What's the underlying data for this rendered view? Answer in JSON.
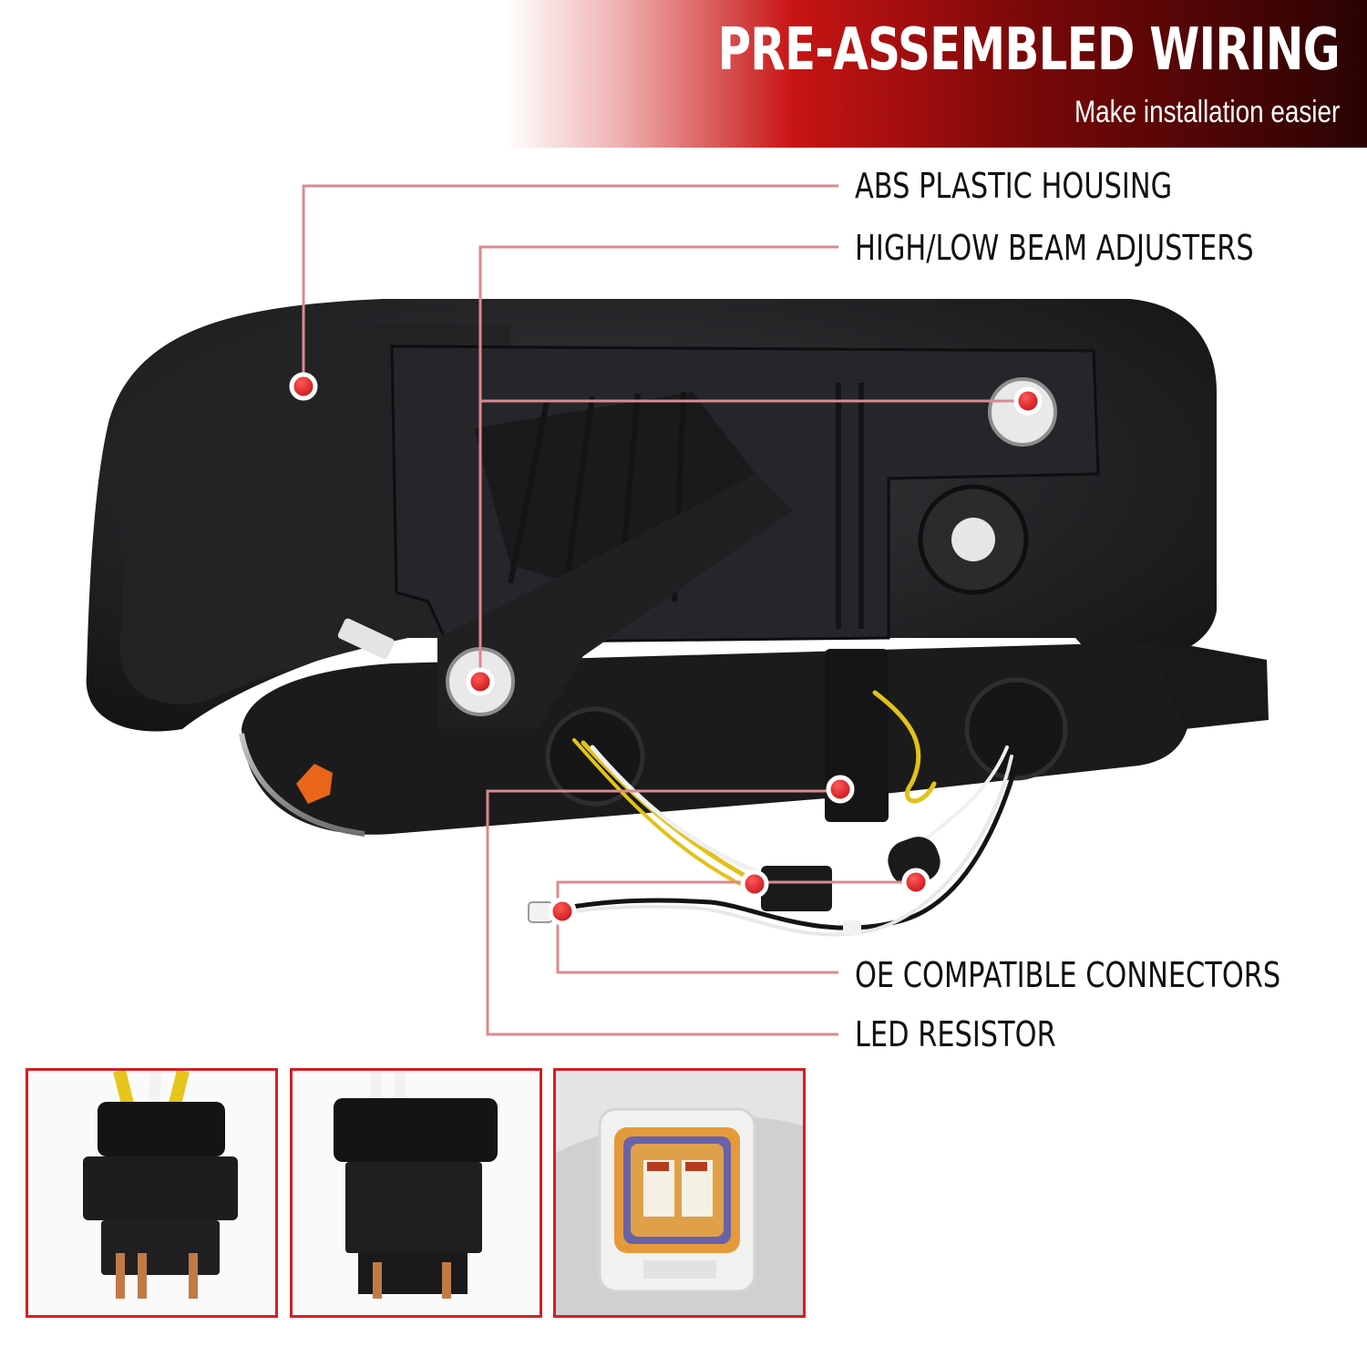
{
  "banner": {
    "title": "PRE-ASSEMBLED WIRING",
    "subtitle": "Make installation easier"
  },
  "callouts": [
    "ABS PLASTIC HOUSING",
    "HIGH/LOW BEAM ADJUSTERS",
    "OE COMPATIBLE CONNECTORS",
    "LED RESISTOR"
  ],
  "colors": {
    "accent_red": "#d21f26",
    "callout_line": "#d98a8e",
    "housing_black": "#1c1c1e"
  },
  "icons": [
    "callout-dot-icon"
  ]
}
